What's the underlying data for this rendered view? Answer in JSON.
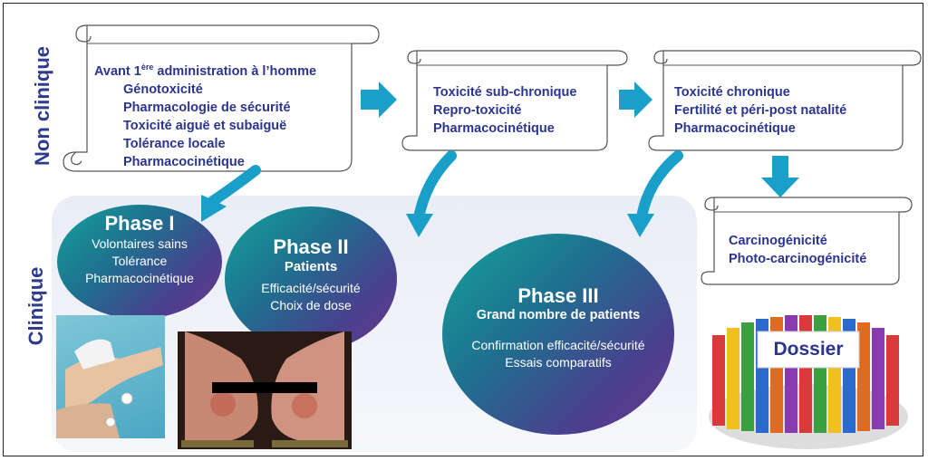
{
  "labels": {
    "non_clinical": "Non clinique",
    "clinical": "Clinique"
  },
  "scroll1": {
    "heading_prefix": "Avant 1",
    "heading_sup": "ère",
    "heading_suffix": " administration à l’homme",
    "items": [
      "Génotoxicité",
      "Pharmacologie de sécurité",
      "Toxicité aiguë et subaiguë",
      "Tolérance locale",
      "Pharmacocinétique"
    ]
  },
  "scroll2": {
    "items": [
      "Toxicité sub-chronique",
      "Repro-toxicité",
      "Pharmacocinétique"
    ]
  },
  "scroll3": {
    "items": [
      "Toxicité chronique",
      "Fertilité et péri-post natalité",
      "Pharmacocinétique"
    ]
  },
  "scroll4": {
    "items": [
      "Carcinogénicité",
      "Photo-carcinogénicité"
    ]
  },
  "phase1": {
    "title": "Phase I",
    "lines": [
      "Volontaires sains",
      "Tolérance",
      "Pharmacocinétique"
    ]
  },
  "phase2": {
    "title": "Phase II",
    "subtitle": "Patients",
    "lines": [
      "Efficacité/sécurité",
      "Choix de dose"
    ]
  },
  "phase3": {
    "title": "Phase III",
    "subtitle": "Grand nombre de patients",
    "lines": [
      "Confirmation efficacité/sécurité",
      "Essais comparatifs"
    ]
  },
  "dossier": {
    "label": "Dossier"
  },
  "colors": {
    "text_blue": "#2b3590",
    "arrow_teal": "#1aa0c8",
    "oval_start": "#14a29a",
    "oval_end": "#6b3a8a"
  }
}
